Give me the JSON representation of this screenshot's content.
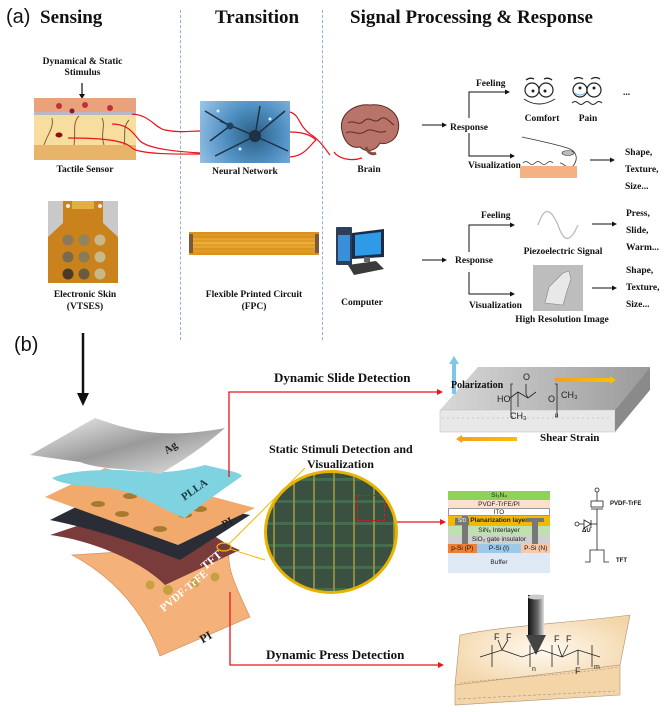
{
  "panel_a": {
    "label": "(a)",
    "columns": {
      "sensing": "Sensing",
      "transition": "Transition",
      "processing": "Signal Processing & Response"
    },
    "stimulus_label_line1": "Dynamical & Static",
    "stimulus_label_line2": "Stimulus",
    "row1": {
      "sensor": "Tactile Sensor",
      "network": "Neural Network",
      "processor": "Brain",
      "response": "Response",
      "feeling": "Feeling",
      "visualization": "Visualization",
      "faces": [
        "Comfort",
        "Pain"
      ],
      "ellipsis": "...",
      "visual_outputs": [
        "Shape,",
        "Texture,",
        "Size..."
      ]
    },
    "row2": {
      "sensor_line1": "Electronic Skin",
      "sensor_line2": "(VTSES)",
      "network_line1": "Flexible Printed Circuit",
      "network_line2": "(FPC)",
      "processor": "Computer",
      "response": "Response",
      "feeling": "Feeling",
      "visualization": "Visualization",
      "signal_label": "Piezoelectric Signal",
      "image_label": "High Resolution Image",
      "feeling_outputs": [
        "Press,",
        "Slide,",
        "Warm..."
      ],
      "visual_outputs": [
        "Shape,",
        "Texture,",
        "Size..."
      ]
    }
  },
  "panel_b": {
    "label": "(b)",
    "layers": [
      "Ag",
      "PLLA",
      "PI",
      "TFT",
      "PVDF-TrFE",
      "PI"
    ],
    "slide_detection": "Dynamic Slide Detection",
    "static_detection_line1": "Static Stimuli Detection and",
    "static_detection_line2": "Visualization",
    "press_detection": "Dynamic Press Detection",
    "polarization": "Polarization",
    "shear_strain": "Shear Strain",
    "plla_formula": {
      "ho": "HO",
      "o": "O",
      "ch3_right": "CH₃",
      "ch3_bottom": "CH₃",
      "n": "n"
    },
    "pvdf_formula": {
      "f": "F",
      "n": "n",
      "m": "m"
    },
    "tft_stack": {
      "rows": [
        "Si₃N₄",
        "PVDF-TrFE/PI",
        "ITO",
        "Planarization layer",
        "SiNₓ Interlayer",
        "SiO₂ gate insulator",
        "Buffer"
      ],
      "sd_label": "S/D",
      "silicon": [
        "p-Si (P)",
        "P-Si (I)",
        "P-Si (N)"
      ]
    },
    "circuit": {
      "top": "PVDF-TrFE",
      "delta": "ΔU",
      "bottom": "TFT"
    }
  },
  "colors": {
    "red_line": "#e8141c",
    "dashed_divider": "#8fb0dd",
    "skin_pad": "#f4b183",
    "plla": "#7fd3e0",
    "pi": "#f1aa6b",
    "tft": "#2a2d36",
    "pvdf": "#7a3b3b",
    "ag": "#c8c8c8",
    "yellow": "#f5b800"
  }
}
